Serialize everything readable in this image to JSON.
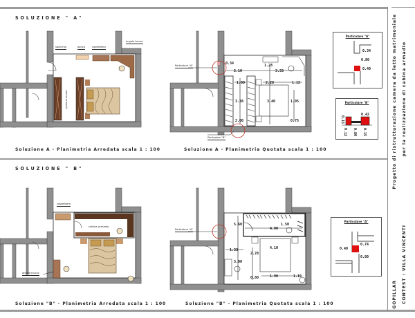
{
  "sheet": {
    "sections": [
      {
        "title": "SOLUZIONE \" A\"",
        "furnished_caption": "Soluzione A - Planimetria Arredata scala 1 : 100",
        "dimensioned_caption": "Soluzione A - Planimetria Quotata scala 1 : 100",
        "furniture_labels": {
          "specchio": "specchio",
          "panca": "panca",
          "cassettiera": "cassettiera",
          "angolo_trucco": "angolo trucco",
          "cabina_armadio": "cabina armadio"
        },
        "callouts": {
          "a": "Particolare \"A\"",
          "b": "Particolare \"B\""
        },
        "dimensions": {
          "d_0_34": "0.34",
          "d_2_10": "2.10",
          "d_3_33": "3.33",
          "d_1_28": "1.28",
          "d_1_80": "1.80",
          "d_2_28": "2.28",
          "d_1_12": "1.12",
          "d_3_38": "3.38",
          "d_3_40": "3.40",
          "d_1_95": "1.95",
          "d_2_00": "2.00",
          "d_0_75": "0.75"
        }
      },
      {
        "title": "SOLUZIONE \" B\"",
        "furnished_caption": "Soluzione \"B\" - Planimetria Arredata scala 1 : 100",
        "dimensioned_caption": "Soluzione \"B\" - Planimetria Quotata scala 1 : 100",
        "furniture_labels": {
          "cassettiera": "cassettiera",
          "cabina_armadio": "cabina armadio",
          "angolo_trucco": "angolo trucco"
        },
        "callouts": {
          "a": "Particolare \"A\""
        },
        "dimensions": {
          "d_5_60": "5.60",
          "d_1_50": "1.50",
          "d_4_00": "4.00",
          "d_1_33": "1.33",
          "d_2_28": "2.28",
          "d_4_10": "4.10",
          "d_3_00": "3.00",
          "d_0_80": "0.80",
          "d_1_90": "1.90",
          "d_1_15": "1.15"
        }
      }
    ],
    "details": {
      "a_top": {
        "title": "Particolare \"A\"",
        "dims": [
          "0.34",
          "0.80",
          "0.40"
        ]
      },
      "b_top": {
        "title": "Particolare \"B\"",
        "dims": [
          "0.42",
          "0.15",
          "0.12",
          "0.80",
          "0.15"
        ]
      },
      "a_bottom": {
        "title": "Particolare \"A\"",
        "dims": [
          "0.40",
          "0.74",
          "0.80"
        ]
      }
    },
    "side_panel": {
      "project_line1": "Progetto di ristrutturazione camera da letto matrimoniale",
      "project_line2": "per la realizzazione di cabina armadio",
      "author": "GOPILLAR",
      "contest": "CONTEST : VILLA VINCENTI"
    },
    "colors": {
      "wall": "#8f8f8f",
      "wood": "#8a5a3c",
      "wood_light": "#c99a6e",
      "bed": "#d9c39f",
      "highlight": "#e01010",
      "callout_circle": "#c0392b"
    }
  }
}
